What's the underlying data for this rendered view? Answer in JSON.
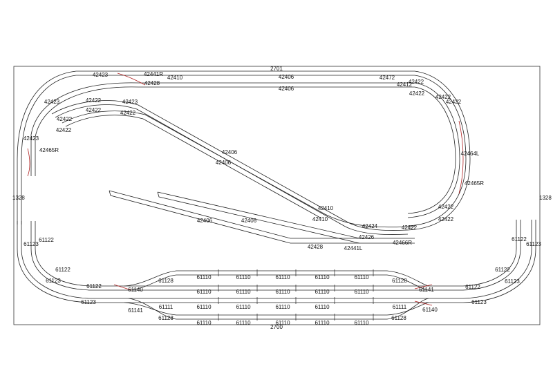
{
  "dimensions": {
    "top": "2701",
    "bottom": "2700",
    "left": "1328",
    "right": "1328"
  },
  "colors": {
    "track": "#222222",
    "accent": "#b02020",
    "border": "#333333"
  },
  "labels": {
    "t1": "42423",
    "t2": "42441R",
    "t3": "42410",
    "t4": "42428",
    "t5": "42406",
    "t6": "42406",
    "t7": "42472",
    "t8": "42412",
    "t9": "42422",
    "t10": "42422",
    "t11": "42422",
    "t12": "42422",
    "u1": "42423",
    "u2": "42422",
    "u3": "42422",
    "u4": "42423",
    "u5": "42422",
    "u6": "42422",
    "u7": "42422",
    "u8": "42423",
    "u9": "42465R",
    "m1": "42406",
    "m2": "42406",
    "m3": "42464L",
    "m4": "42465R",
    "m5": "42410",
    "m6": "42410",
    "m7": "42422",
    "m8": "42422",
    "m9": "42424",
    "m10": "42422",
    "m11": "42426",
    "m12": "42466R",
    "m13": "42441L",
    "m14": "42428",
    "m15": "42406",
    "m16": "42406",
    "l1": "61123",
    "l2": "61122",
    "l3": "61122",
    "l4": "61123",
    "l5": "61122",
    "l6": "61123",
    "l7": "61140",
    "l8": "61141",
    "l9": "61128",
    "l10": "61128",
    "r1": "61122",
    "r2": "61123",
    "r3": "61122",
    "r4": "61123",
    "r5": "61122",
    "r6": "61123",
    "r7": "61128",
    "r8": "61141",
    "r9": "61140",
    "r10": "61128",
    "row1": [
      "61110",
      "61110",
      "61110",
      "61110",
      "61110"
    ],
    "row2": [
      "61110",
      "61110",
      "61110",
      "61110",
      "61110"
    ],
    "row3": [
      "61111",
      "61110",
      "61110",
      "61110",
      "61110",
      "61111"
    ],
    "row4": [
      "61110",
      "61110",
      "61110",
      "61110",
      "61110"
    ]
  }
}
